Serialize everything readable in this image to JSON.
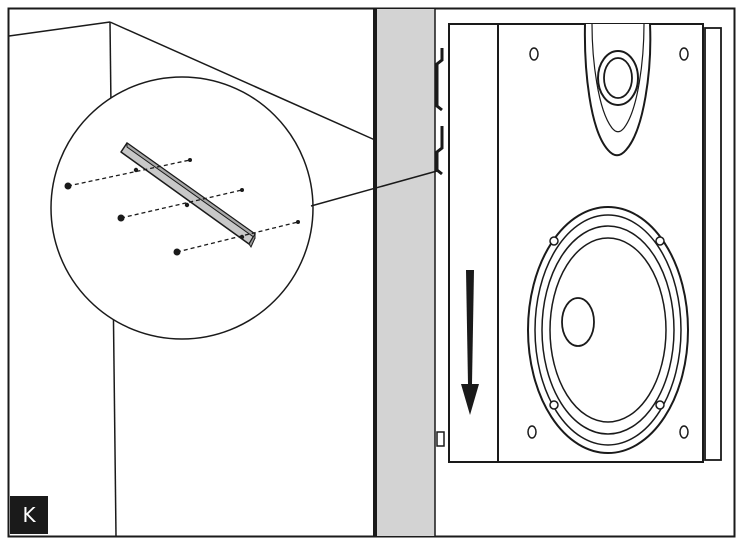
{
  "step": {
    "label": "K"
  },
  "colors": {
    "line": "#1a1a1a",
    "wall": "#d3d3d3",
    "bracket": "#c8c8c8",
    "background": "#ffffff"
  },
  "parts": {
    "screws": 6,
    "mounting_bracket": 1
  }
}
